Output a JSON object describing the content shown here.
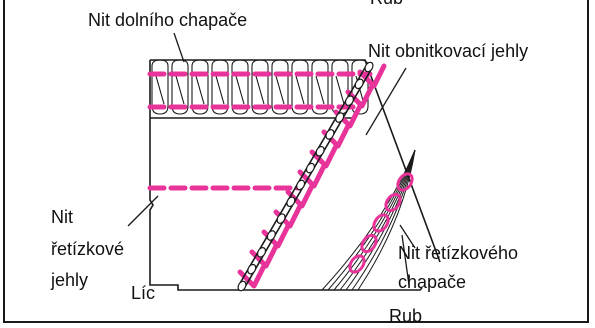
{
  "labels": {
    "rub_top": "Rub",
    "lower_looper_thread": "Nit dolního chapače",
    "overlock_needle_thread": "Nit obnitkovací jehly",
    "chain_needle_thread_line1": "Nit",
    "chain_needle_thread_line2": "řetízkové",
    "chain_needle_thread_line3": "jehly",
    "lic": "Líc",
    "chain_looper_thread_line1": "Nit řetízkového",
    "chain_looper_thread_line2": "chapače",
    "rub_bottom": "Rub"
  },
  "colors": {
    "thread": "#e8349a",
    "outline": "#1a1a1a"
  }
}
